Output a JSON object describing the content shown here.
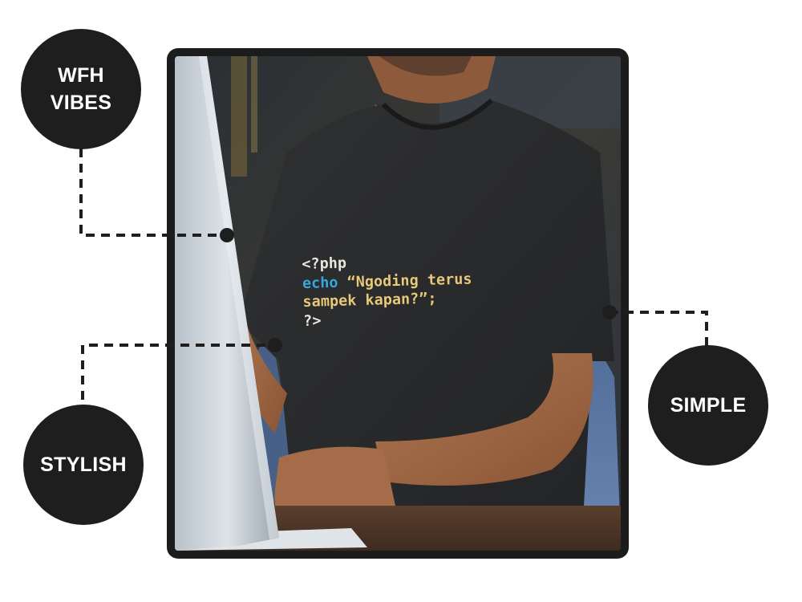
{
  "badges": {
    "wfh": "WFH\nVIBES",
    "stylish": "STYLISH",
    "simple": "SIMPLE"
  },
  "shirt_print": {
    "line1": "<?php",
    "echo_keyword": "echo",
    "line2_rest": " “Ngoding terus",
    "line3": "sampek kapan?”;",
    "line4": "?>"
  },
  "colors": {
    "badge": "#1e1e1e",
    "badge_text": "#ffffff",
    "code_keyword": "#35a8dc",
    "code_string": "#e8c87a",
    "code_plain": "#e9e6df"
  }
}
